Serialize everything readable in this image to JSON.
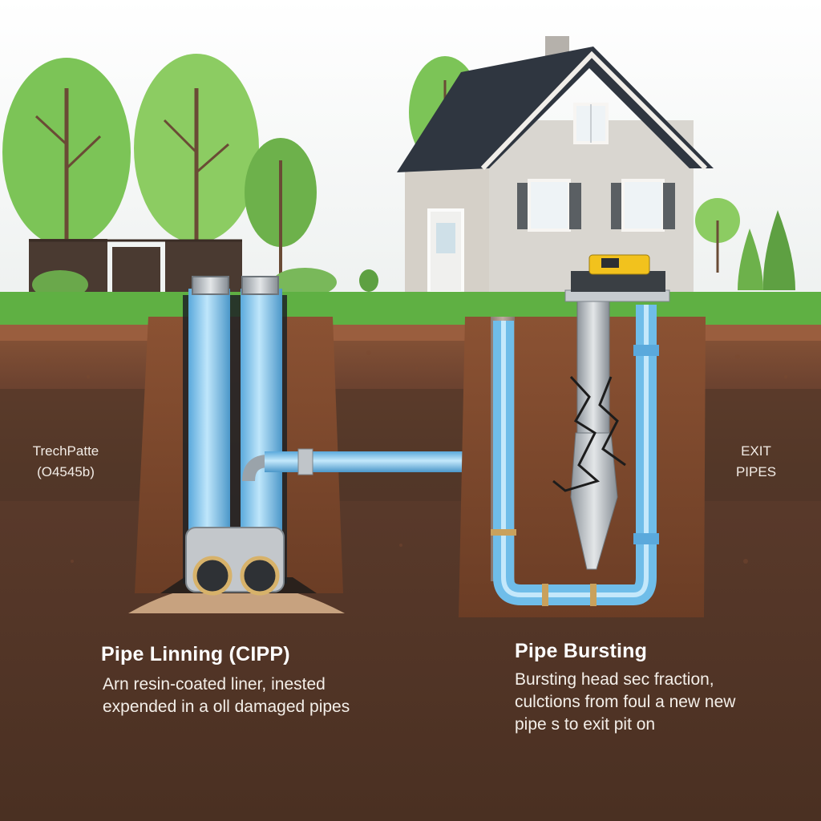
{
  "labels": {
    "left_side_line1": "TrechPatte",
    "left_side_line2": "(O4545b)",
    "right_side_line1": "EXIT",
    "right_side_line2": "PIPES"
  },
  "sections": {
    "lining": {
      "title": "Pipe Linning (CIPP)",
      "desc_line1": "Arn resin-coated liner, inested",
      "desc_line2": "expended in a oll damaged pipes"
    },
    "bursting": {
      "title": "Pipe Bursting",
      "desc_line1": "Bursting head sec fraction,",
      "desc_line2": "culctions from foul a new new",
      "desc_line3": "pipe s  to exit pit on"
    }
  },
  "colors": {
    "sky_top": "#ffffff",
    "grass": "#5fb043",
    "topsoil": "#8e5a3c",
    "midsoil": "#5e3e2f",
    "deep_soil": "#4a3022",
    "pipe_blue": "#8fcdf0",
    "pipe_steel": "#b8bdc2",
    "machine_yellow": "#f2c21d",
    "house_wall": "#d9d6d0",
    "roof": "#2f3640"
  }
}
